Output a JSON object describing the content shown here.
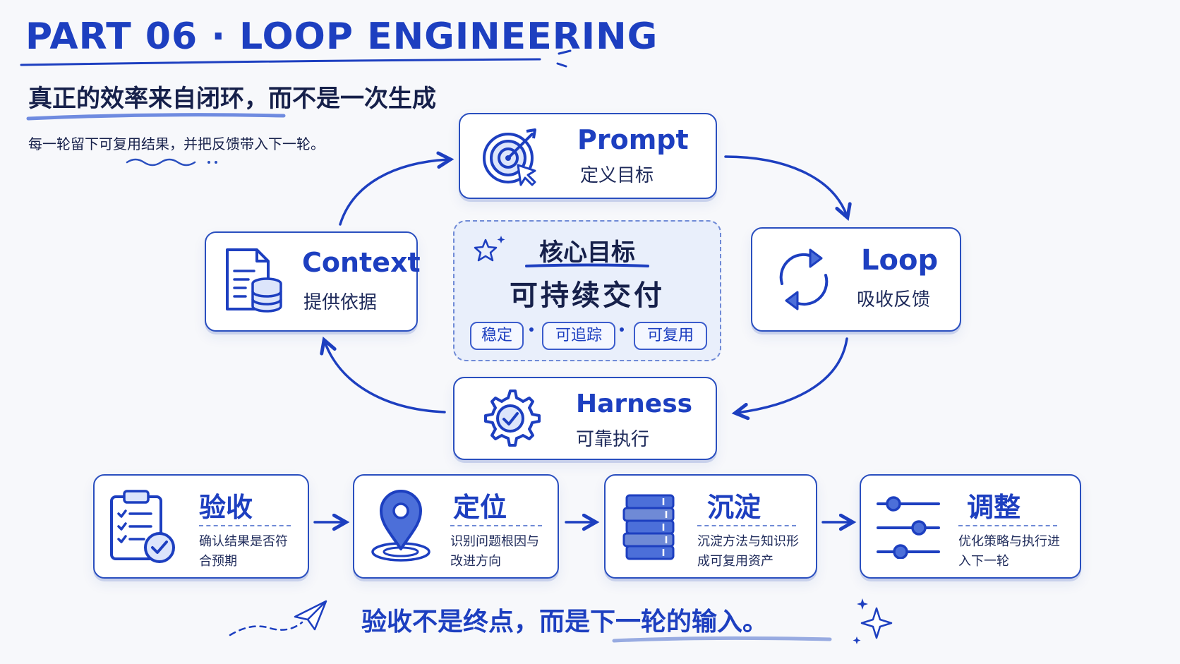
{
  "header": {
    "title": "PART 06 · LOOP ENGINEERING",
    "subtitle": "真正的效率来自闭环，而不是一次生成",
    "description": "每一轮留下可复用结果，并把反馈带入下一轮。"
  },
  "loop": {
    "prompt": {
      "title": "Prompt",
      "subtitle": "定义目标",
      "icon": "target-icon"
    },
    "loop": {
      "title": "Loop",
      "subtitle": "吸收反馈",
      "icon": "refresh-icon"
    },
    "harness": {
      "title": "Harness",
      "subtitle": "可靠执行",
      "icon": "gear-check-icon"
    },
    "context": {
      "title": "Context",
      "subtitle": "提供依据",
      "icon": "document-database-icon"
    }
  },
  "center": {
    "heading": "核心目标",
    "goal": "可持续交付",
    "chips": [
      "稳定",
      "可追踪",
      "可复用"
    ]
  },
  "steps": [
    {
      "title": "验收",
      "desc": "确认结果是否符合预期",
      "icon": "clipboard-check-icon"
    },
    {
      "title": "定位",
      "desc": "识别问题根因与改进方向",
      "icon": "location-pin-icon"
    },
    {
      "title": "沉淀",
      "desc": "沉淀方法与知识形成可复用资产",
      "icon": "book-stack-icon"
    },
    {
      "title": "调整",
      "desc": "优化策略与执行进入下一轮",
      "icon": "sliders-icon"
    }
  ],
  "footer": {
    "text": "验收不是终点，而是下一轮的输入。"
  },
  "colors": {
    "accent": "#1d3fc0",
    "line": "#2a4fbf",
    "background": "#f7f8fb"
  }
}
